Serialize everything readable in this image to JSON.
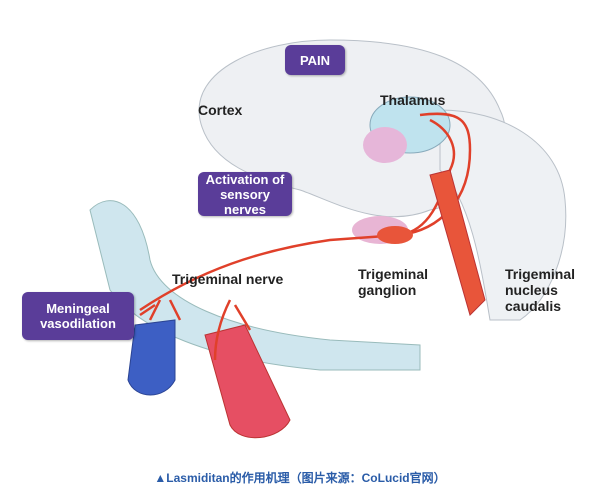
{
  "labels": {
    "pain": "PAIN",
    "cortex": "Cortex",
    "thalamus": "Thalamus",
    "activation": "Activation of sensory nerves",
    "trigeminal_nerve": "Trigeminal nerve",
    "trigeminal_ganglion": "Trigeminal ganglion",
    "trigeminal_nucleus": "Trigeminal nucleus caudalis",
    "meningeal": "Meningeal vasodilation"
  },
  "caption": "▲Lasmiditan的作用机理（图片来源：CoLucid官网）",
  "colors": {
    "box": "#5a3d99",
    "nerve": "#e0402a",
    "caption": "#2a5ca8"
  }
}
